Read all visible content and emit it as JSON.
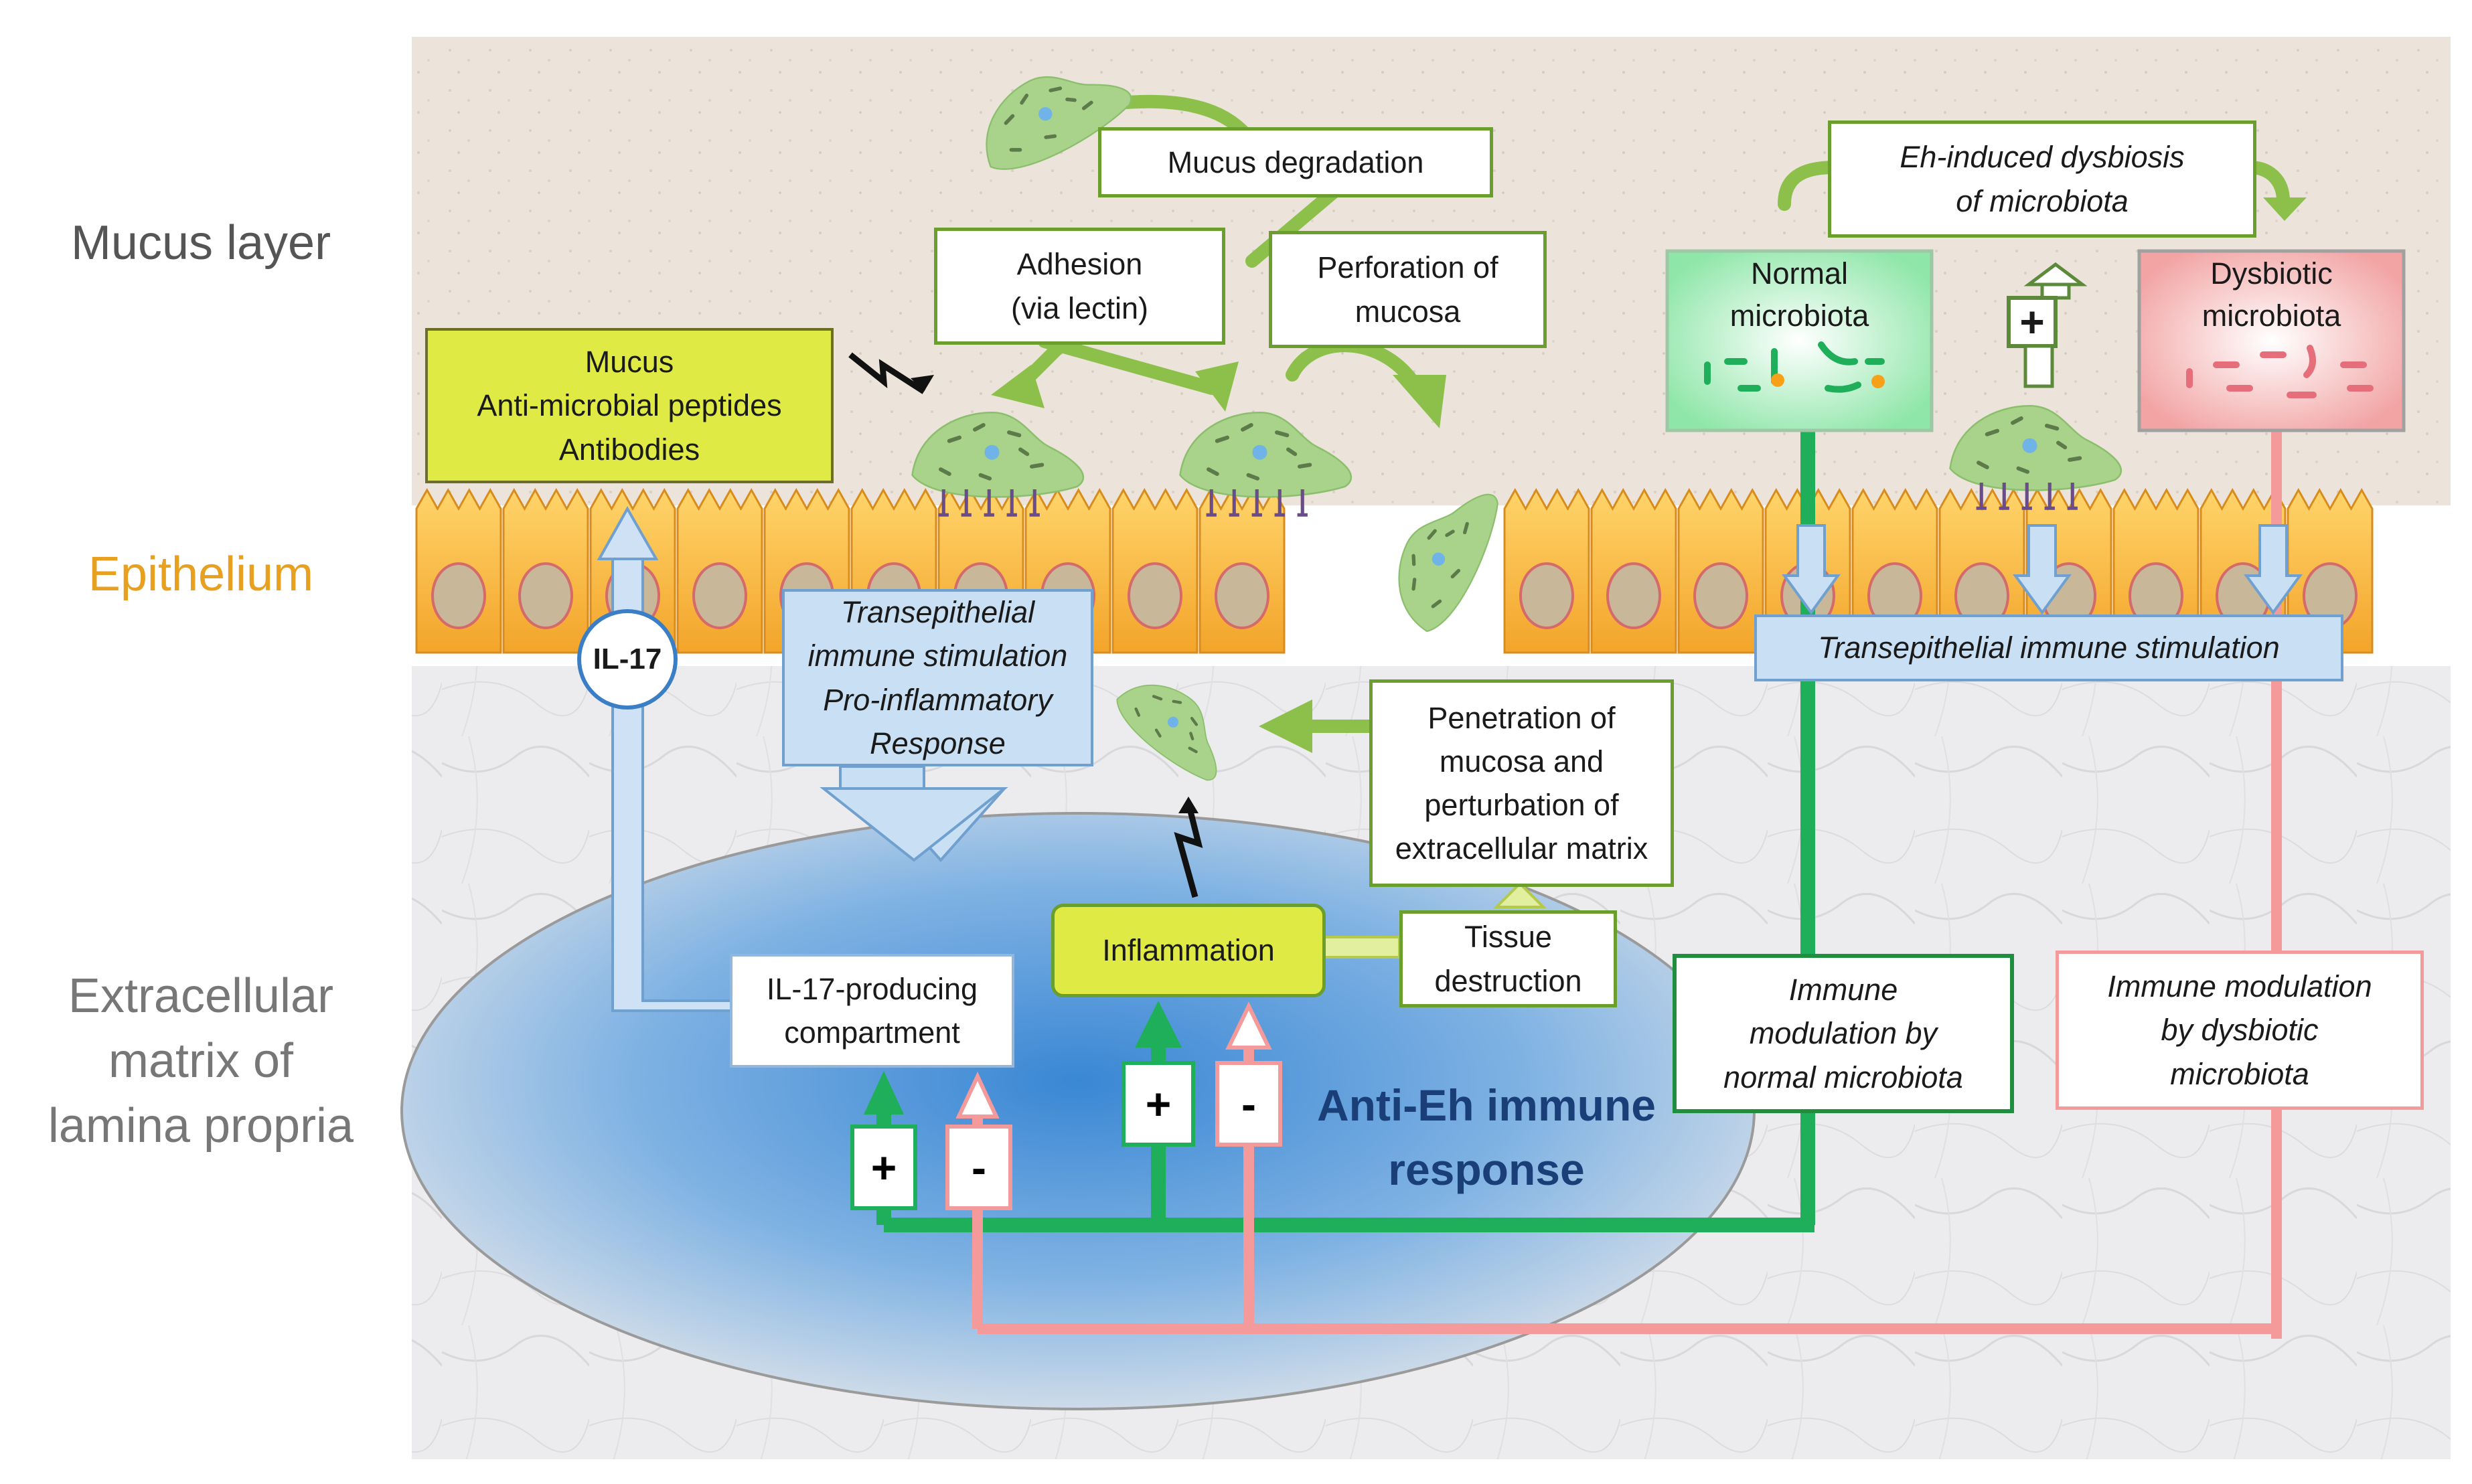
{
  "layers": {
    "mucus": "Mucus layer",
    "epithelium": "Epithelium",
    "ecm_line1": "Extracellular",
    "ecm_line2": "matrix of",
    "ecm_line3": "lamina propria"
  },
  "defense_box": {
    "line1": "Mucus",
    "line2": "Anti-microbial peptides",
    "line3": "Antibodies"
  },
  "mucus_degradation": "Mucus degradation",
  "adhesion": {
    "line1": "Adhesion",
    "line2": "(via lectin)"
  },
  "perforation": {
    "line1": "Perforation of",
    "line2": "mucosa"
  },
  "dysbiosis": {
    "line1": "Eh-induced dysbiosis",
    "line2": "of microbiota"
  },
  "normal_microbiota": {
    "line1": "Normal",
    "line2": "microbiota"
  },
  "dysbiotic_microbiota": {
    "line1": "Dysbiotic",
    "line2": "microbiota"
  },
  "plus_sign": "+",
  "minus_sign": "-",
  "il17_badge": "IL-17",
  "transepithelial_left": {
    "line1": "Transepithelial",
    "line2": "immune stimulation",
    "line3": "Pro-inflammatory",
    "line4": "Response"
  },
  "transepithelial_right": "Transepithelial immune stimulation",
  "penetration": {
    "line1": "Penetration of",
    "line2": "mucosa and",
    "line3": "perturbation of",
    "line4": "extracellular matrix"
  },
  "il17_compartment": {
    "line1": "IL-17-producing",
    "line2": "compartment"
  },
  "inflammation": "Inflammation",
  "tissue_destruction": {
    "line1": "Tissue",
    "line2": "destruction"
  },
  "immune_response": {
    "line1": "Anti-Eh immune",
    "line2": "response"
  },
  "modulation_normal": {
    "line1": "Immune",
    "line2": "modulation by",
    "line3": "normal microbiota"
  },
  "modulation_dysbiotic": {
    "line1": "Immune modulation",
    "line2": "by dysbiotic",
    "line3": "microbiota"
  },
  "colors": {
    "mucus_bg": "#ece5dc",
    "ecm_bg": "#e9e9eb",
    "cell_fill": "#f6b43a",
    "green_arrow": "#8cc04b",
    "immune_green": "#1fae5a",
    "immune_pink": "#f28b8b",
    "il17_blue": "#a8c8ea",
    "response_blue": "#3f8fd8",
    "label_gray": "#666666",
    "label_orange": "#e8a020"
  }
}
